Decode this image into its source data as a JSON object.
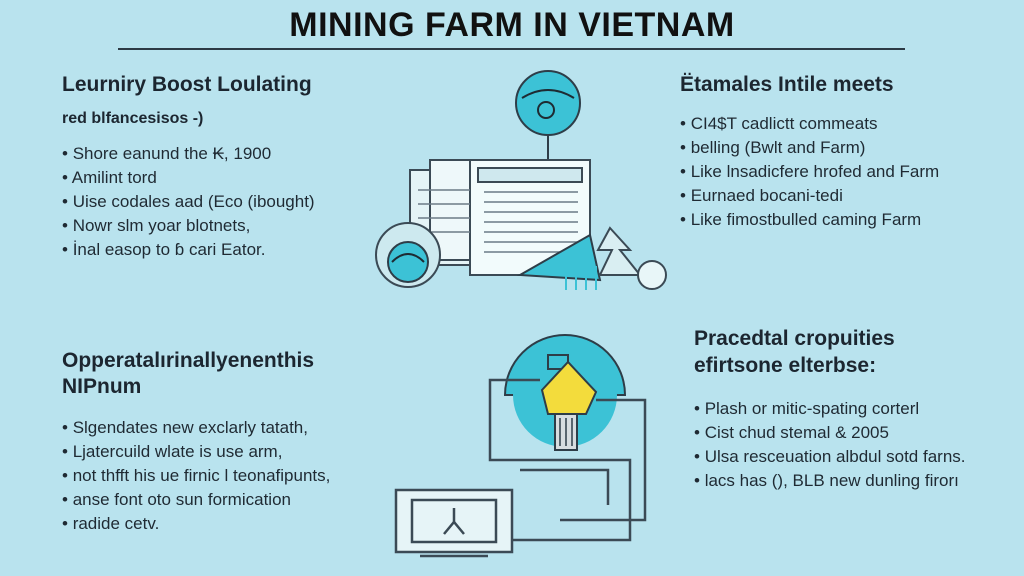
{
  "title": "MINING FARM IN VIETNAM",
  "top_left": {
    "heading": "Leurniry Boost Loulating",
    "subheading": "red blfancesisos -)",
    "items": [
      "Shore eanund the ₭, 1900",
      "Amilint tord",
      "Uise codales aad (Eco (ibought)",
      "Nowr slm yoar blotnets,",
      "İnal easop to ɓ cari Eator."
    ]
  },
  "top_right": {
    "heading": "Ëtamales Intile meets",
    "items": [
      "CI4$T cadlictt commeats",
      "belling (Bwlt and Farm)",
      "Like lnsadicfere hrofed and Farm",
      "Eurnaed bocani-tedi",
      "Like fimostbulled caming Farm"
    ]
  },
  "bottom_left": {
    "heading_line1": "Opperatalırinallyenenthis",
    "heading_line2": "NIPnum",
    "items": [
      "Slgendates new exclarly tatath,",
      "Ljatercuild wlate is use arm,",
      "not thfft his ue firnic l teonafipunts,",
      "anse font oto sun formication",
      "radide cetv."
    ]
  },
  "bottom_right": {
    "heading_line1": "Pracedtal cropuities",
    "heading_line2": "efirtsone elterbse:",
    "items": [
      "Plash or mitic-spating corterl",
      "Cist chud stemal & 2005",
      "Ulsa resceuation albdul sotd farns.",
      "lacs has (), BLB new dunling firorı"
    ]
  },
  "colors": {
    "background": "#b9e3ee",
    "accent_cyan": "#3cc2d6",
    "accent_yellow": "#f3dc3c",
    "line": "#3b4a55"
  },
  "icons": [
    "water-bucket-icon",
    "server-rack-icon",
    "gear-globe-icon",
    "tree-icon",
    "lightbulb-icon",
    "computer-monitor-icon"
  ]
}
